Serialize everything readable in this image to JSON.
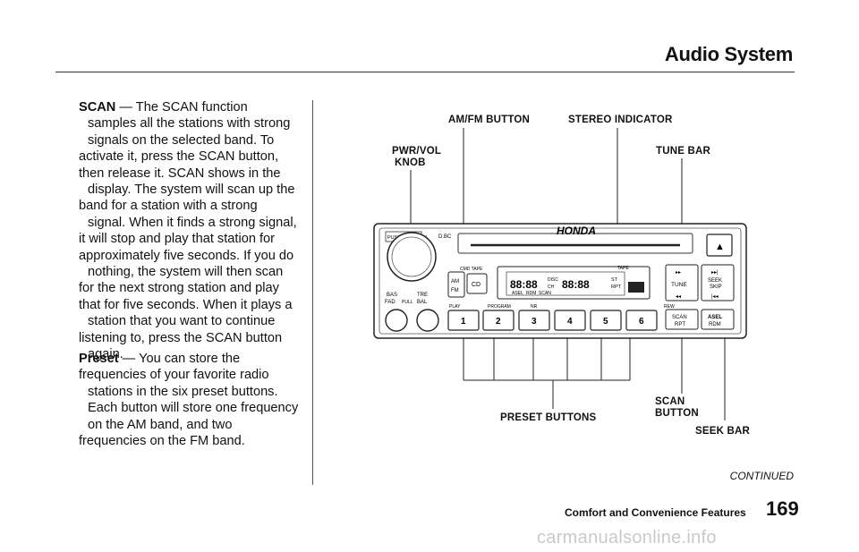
{
  "header": {
    "title": "Audio System"
  },
  "text": {
    "scan_term": "SCAN",
    "scan_lines": [
      " — The SCAN function",
      "samples all the stations with strong",
      "signals on the selected band. To",
      "activate it, press the SCAN button,",
      "then release it. SCAN shows in the",
      "display. The system will scan up the",
      "band for a station with a strong",
      "signal. When it finds a strong signal,",
      "it will stop and play that station for",
      "approximately five seconds. If you do",
      "nothing, the system will then scan",
      "for the next strong station and play",
      "that for five seconds. When it plays a",
      "station that you want to continue",
      "listening to, press the SCAN button",
      "again."
    ],
    "preset_term": "Preset",
    "preset_lines": [
      " — You can store the",
      "frequencies of your favorite radio",
      "stations in the six preset buttons.",
      "Each button will store one frequency",
      "on the AM band, and two",
      "frequencies on the FM band."
    ]
  },
  "diagram": {
    "labels": {
      "amfm": "AM/FM BUTTON",
      "stereo": "STEREO INDICATOR",
      "pwr_1": "PWR/VOL",
      "pwr_2": "KNOB",
      "tune": "TUNE BAR",
      "scan_1": "SCAN",
      "scan_2": "BUTTON",
      "preset": "PRESET BUTTONS",
      "seek": "SEEK BAR"
    },
    "radio": {
      "brand": "HONDA",
      "pwr": "PUSH PWR · VOL",
      "dbc": "D.BC",
      "bas": "BAS",
      "tre": "TRE",
      "fad": "FAD",
      "pull": "PULL",
      "bal": "BAL",
      "cmd": "CMD TAPE",
      "am": "AM",
      "fm": "FM",
      "cd": "CD",
      "digits": "88:88",
      "disc": "DISC",
      "ch": "CH",
      "digits2": "88:88",
      "st": "ST",
      "rpt": "RPT",
      "asel": "ASEL",
      "rdm": "RDM",
      "scan_d": "SCAN",
      "tape": "TAPE",
      "play": "PLAY",
      "program": "PROGRAM",
      "nr": "NR",
      "rew": "REW",
      "ff": "▸▸",
      "tune": "TUNE",
      "rw": "◂◂",
      "seek1": "SEEK",
      "seek2": "SKIP",
      "skipf": "▸▸|",
      "skipb": "|◂◂",
      "scan_b": "SCAN",
      "rpt_b": "RPT",
      "asel_b": "ASEL",
      "rdm_b": "RDM",
      "eject": "▲",
      "presets": [
        "1",
        "2",
        "3",
        "4",
        "5",
        "6"
      ]
    }
  },
  "footer": {
    "continued": "CONTINUED",
    "section": "Comfort and Convenience Features",
    "page": "169",
    "watermark": "carmanualsonline.info"
  }
}
